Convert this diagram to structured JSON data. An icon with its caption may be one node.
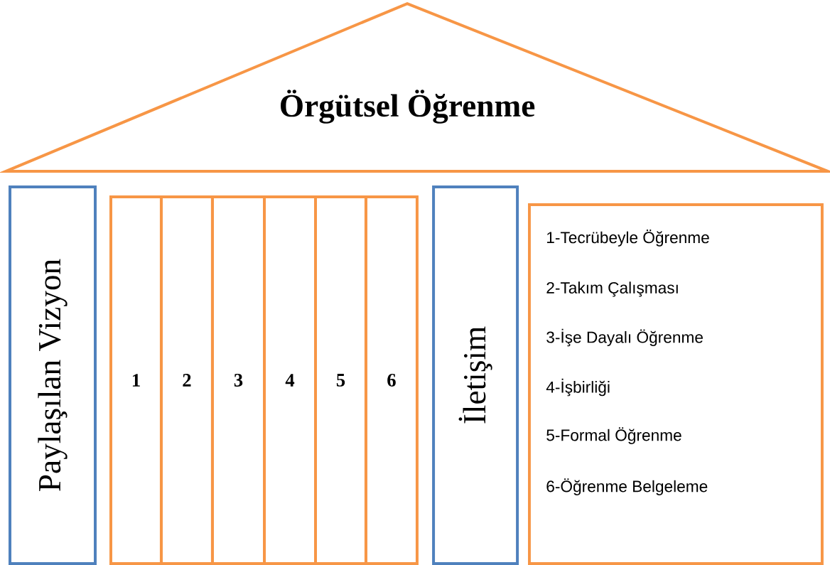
{
  "diagram": {
    "nodes": [
      {
        "text": [
          "Örgütsel Öğrenme"
        ]
      },
      {
        "text": [
          "Paylaşılan Vizyon"
        ]
      },
      {
        "text": [
          "1"
        ]
      },
      {
        "text": [
          "2"
        ]
      },
      {
        "text": [
          "3"
        ]
      },
      {
        "text": [
          "4"
        ]
      },
      {
        "text": [
          "5"
        ]
      },
      {
        "text": [
          "6"
        ]
      },
      {
        "text": [
          "İletişim"
        ]
      },
      {
        "text": [
          "1-Tecrübeyle Öğrenme",
          "2-Takım Çalışması",
          "3-İşe Dayalı Öğrenme",
          "4-İşbirliği",
          "5-Formal Öğrenme",
          "6-Öğrenme Belgeleme"
        ]
      }
    ]
  }
}
